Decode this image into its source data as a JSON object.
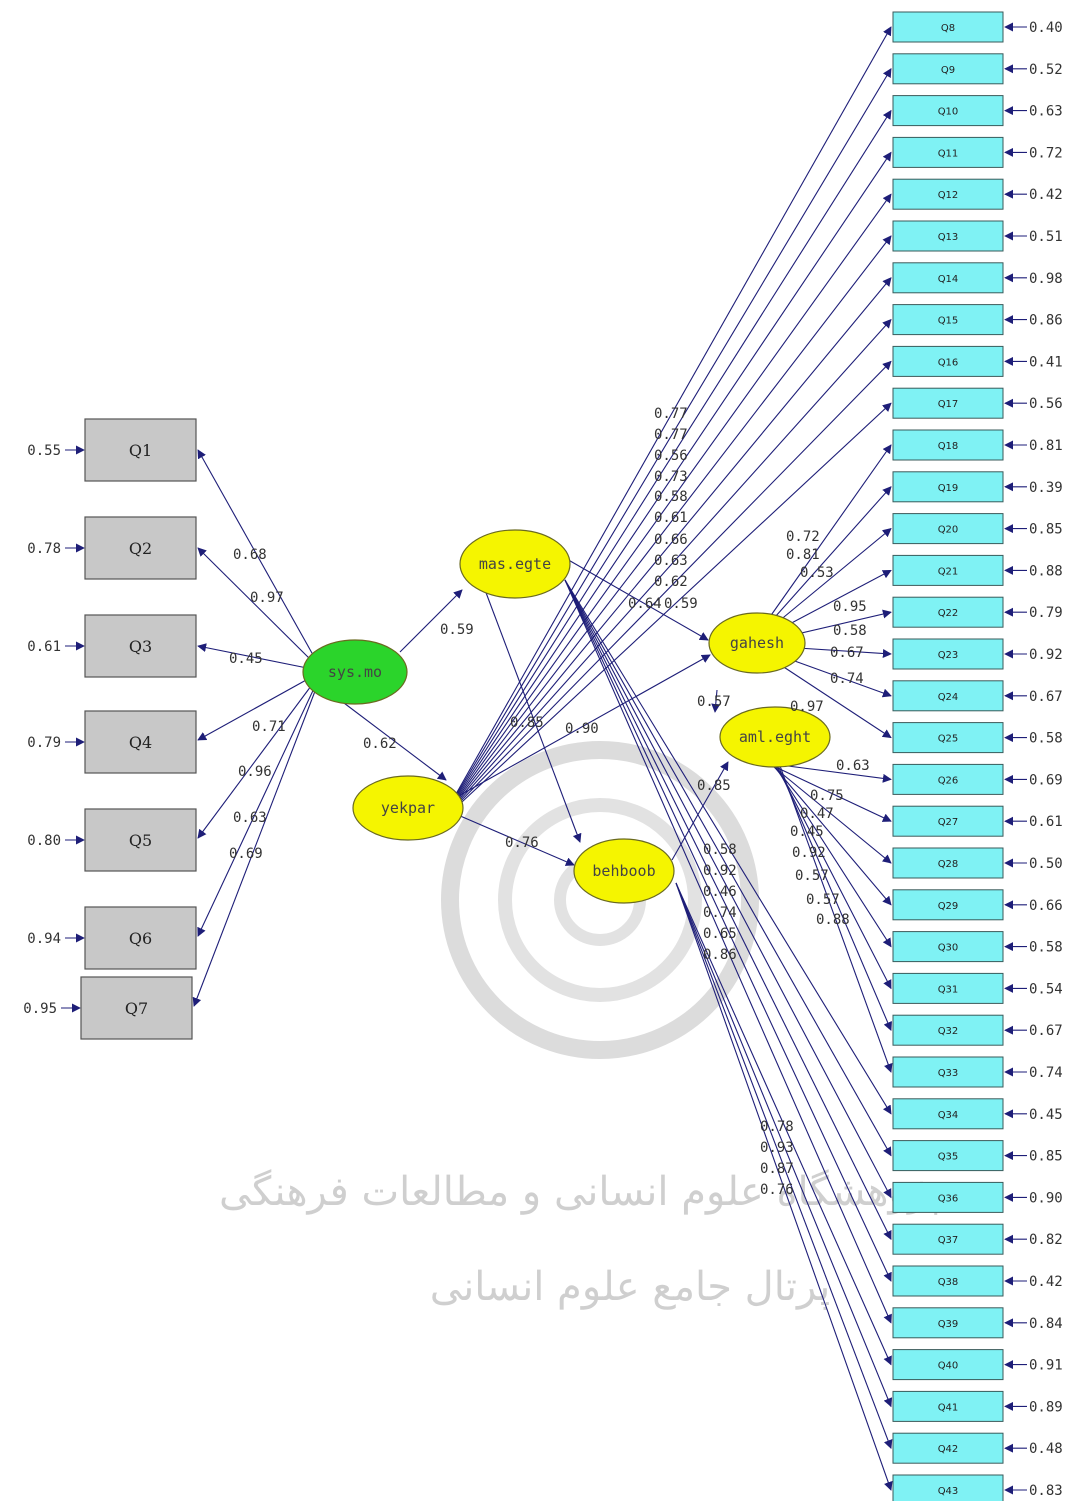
{
  "colors": {
    "arrow": "#1e1e78",
    "left_box": "#c8c8c8",
    "right_box": "#7ff2f4",
    "latent_exo": "#2bd42b",
    "latent": "#f5f500",
    "watermark": "#cfcfcf"
  },
  "left_indicators": [
    {
      "label": "Q1",
      "error": "0.55"
    },
    {
      "label": "Q2",
      "error": "0.78"
    },
    {
      "label": "Q3",
      "error": "0.61"
    },
    {
      "label": "Q4",
      "error": "0.79"
    },
    {
      "label": "Q5",
      "error": "0.80"
    },
    {
      "label": "Q6",
      "error": "0.94"
    },
    {
      "label": "Q7",
      "error": "0.95"
    }
  ],
  "right_indicators": [
    {
      "label": "Q8",
      "error": "0.40"
    },
    {
      "label": "Q9",
      "error": "0.52"
    },
    {
      "label": "Q10",
      "error": "0.63"
    },
    {
      "label": "Q11",
      "error": "0.72"
    },
    {
      "label": "Q12",
      "error": "0.42"
    },
    {
      "label": "Q13",
      "error": "0.51"
    },
    {
      "label": "Q14",
      "error": "0.98"
    },
    {
      "label": "Q15",
      "error": "0.86"
    },
    {
      "label": "Q16",
      "error": "0.41"
    },
    {
      "label": "Q17",
      "error": "0.56"
    },
    {
      "label": "Q18",
      "error": "0.81"
    },
    {
      "label": "Q19",
      "error": "0.39"
    },
    {
      "label": "Q20",
      "error": "0.85"
    },
    {
      "label": "Q21",
      "error": "0.88"
    },
    {
      "label": "Q22",
      "error": "0.79"
    },
    {
      "label": "Q23",
      "error": "0.92"
    },
    {
      "label": "Q24",
      "error": "0.67"
    },
    {
      "label": "Q25",
      "error": "0.58"
    },
    {
      "label": "Q26",
      "error": "0.69"
    },
    {
      "label": "Q27",
      "error": "0.61"
    },
    {
      "label": "Q28",
      "error": "0.50"
    },
    {
      "label": "Q29",
      "error": "0.66"
    },
    {
      "label": "Q30",
      "error": "0.58"
    },
    {
      "label": "Q31",
      "error": "0.54"
    },
    {
      "label": "Q32",
      "error": "0.67"
    },
    {
      "label": "Q33",
      "error": "0.74"
    },
    {
      "label": "Q34",
      "error": "0.45"
    },
    {
      "label": "Q35",
      "error": "0.85"
    },
    {
      "label": "Q36",
      "error": "0.90"
    },
    {
      "label": "Q37",
      "error": "0.82"
    },
    {
      "label": "Q38",
      "error": "0.42"
    },
    {
      "label": "Q39",
      "error": "0.84"
    },
    {
      "label": "Q40",
      "error": "0.91"
    },
    {
      "label": "Q41",
      "error": "0.89"
    },
    {
      "label": "Q42",
      "error": "0.48"
    },
    {
      "label": "Q43",
      "error": "0.83"
    }
  ],
  "latents": {
    "sysmo": "sys.mo",
    "masegte": "mas.egte",
    "yekpar": "yekpar",
    "gahesh": "gahesh",
    "amlegh": "aml.eght",
    "behboob": "behboob"
  },
  "loadings": {
    "sysmo": [
      "0.68",
      "0.97",
      "0.45",
      "0.71",
      "0.96",
      "0.63",
      "0.69"
    ],
    "yekpar": [
      "0.77",
      "0.77",
      "0.56",
      "0.73",
      "0.58",
      "0.61",
      "0.66",
      "0.63",
      "0.62",
      "0.64"
    ],
    "gahesh": [
      "0.72",
      "0.81",
      "0.53",
      "0.95",
      "0.58",
      "0.67",
      "0.74",
      "0.97"
    ],
    "amlegh": [
      "0.63",
      "0.75",
      "0.47",
      "0.45",
      "0.92",
      "0.57",
      "0.57",
      "0.88"
    ],
    "masegte": [
      "0.58",
      "0.92",
      "0.46",
      "0.74",
      "0.65",
      "0.86"
    ],
    "behboob": [
      "0.78",
      "0.93",
      "0.87",
      "0.76"
    ]
  },
  "paths": {
    "sysmo_masegte": "0.59",
    "sysmo_yekpar": "0.62",
    "masegte_gahesh": "0.59",
    "masegte_behboob": "0.85",
    "yekpar_gahesh": "0.90",
    "yekpar_behboob": "0.76",
    "gahesh_amlegh": "0.57",
    "behboob_amlegh": "0.85"
  },
  "watermark": {
    "line1": "پژوهشگاه علوم انسانی و مطالعات فرهنگی",
    "line2": "پرتال جامع علوم انسانی"
  }
}
